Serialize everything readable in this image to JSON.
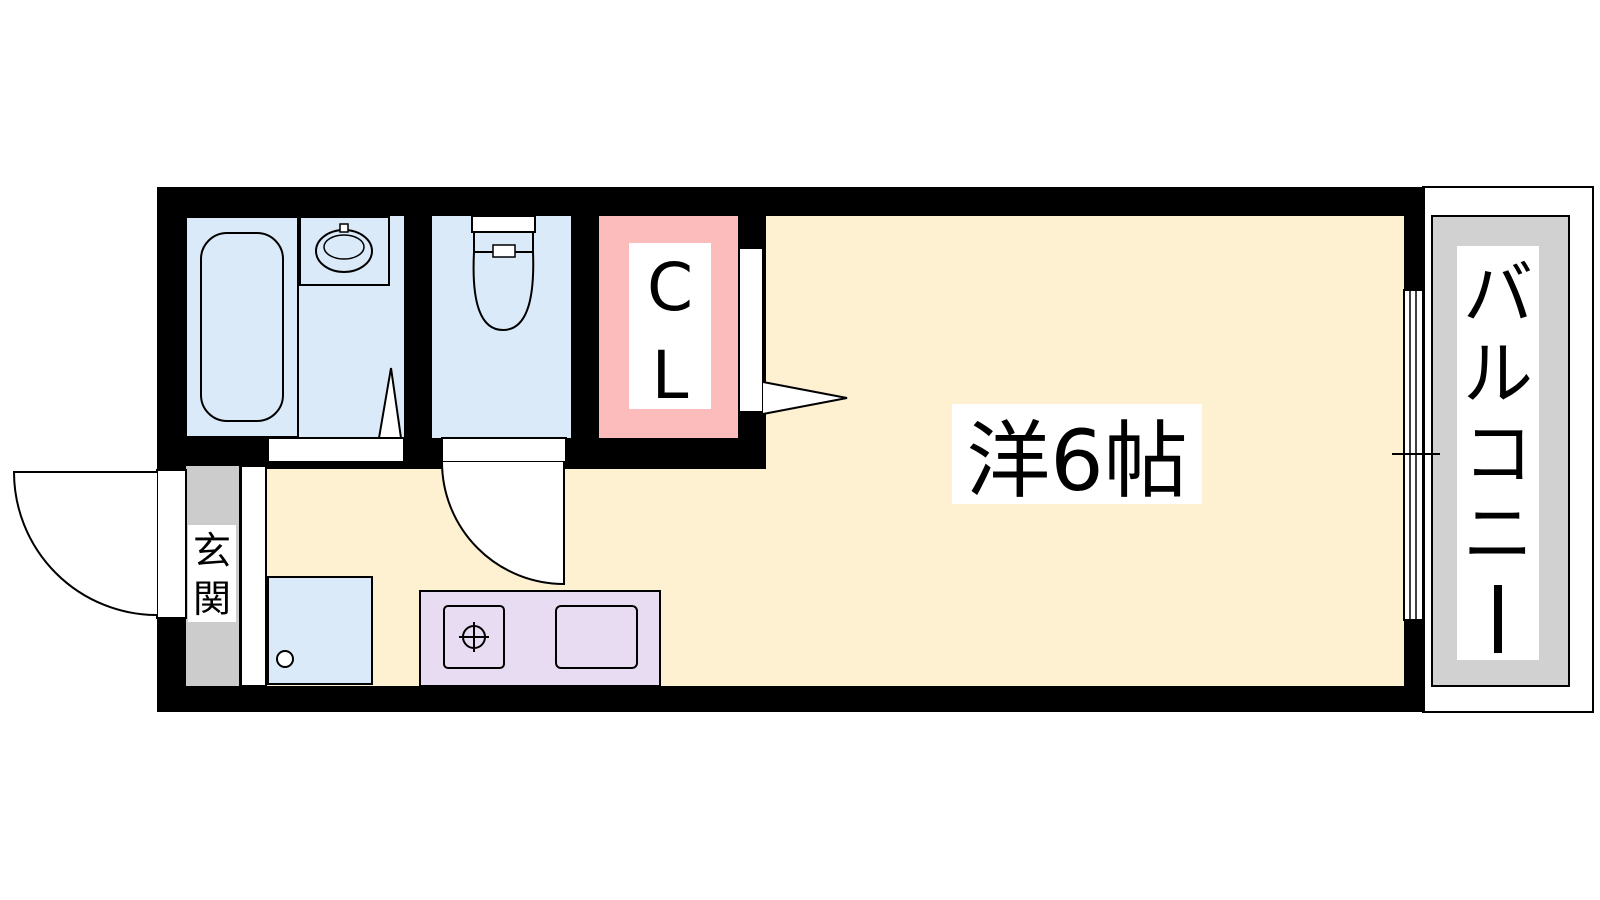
{
  "floorplan": {
    "main_room_label": "洋6帖",
    "closet_label_1": "C",
    "closet_label_2": "L",
    "entrance_label_1": "玄",
    "entrance_label_2": "関",
    "balcony_label_1": "バ",
    "balcony_label_2": "ル",
    "balcony_label_3": "コ",
    "balcony_label_4": "ニ",
    "balcony_label_5": "ー"
  },
  "colors": {
    "wall": "#000000",
    "living_floor": "#fdf1d2",
    "wet_area": "#dbeaf9",
    "closet": "#fdbcbc",
    "kitchen": "#e8dcf2",
    "entrance_floor": "#cccccc",
    "balcony_floor": "#d1d1d1"
  }
}
